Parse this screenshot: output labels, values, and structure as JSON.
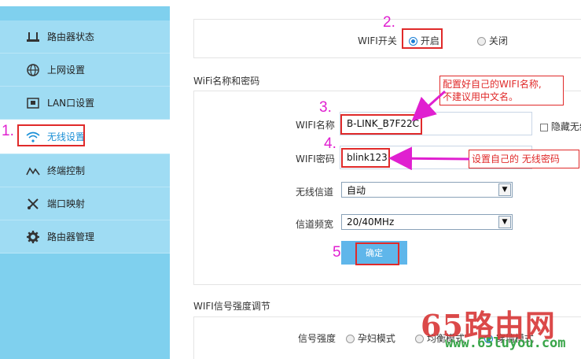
{
  "sidebar": {
    "items": [
      {
        "label": "路由器状态"
      },
      {
        "label": "上网设置"
      },
      {
        "label": "LAN口设置"
      },
      {
        "label": "无线设置"
      },
      {
        "label": "终端控制"
      },
      {
        "label": "端口映射"
      },
      {
        "label": "路由器管理"
      }
    ]
  },
  "markers": {
    "m1": "1.",
    "m2": "2.",
    "m3": "3.",
    "m4": "4.",
    "m5": "5."
  },
  "wifi_switch": {
    "label": "WIFI开关",
    "on_label": "开启",
    "off_label": "关闭",
    "selected": "开启"
  },
  "section_name": {
    "title": "WiFi名称和密码"
  },
  "form": {
    "ssid_label": "WIFI名称",
    "ssid_value": "B-LINK_B7F22C",
    "hide_label": "隐藏无线",
    "password_label": "WIFI密码",
    "password_value": "blink123",
    "channel_label": "无线信道",
    "channel_value": "自动",
    "bandwidth_label": "信道频宽",
    "bandwidth_value": "20/40MHz",
    "confirm_label": "确定"
  },
  "callouts": {
    "ssid_line1": "配置好自己的WIFI名称,",
    "ssid_line2": "不建议用中文名。",
    "password": "设置自己的 无线密码"
  },
  "signal": {
    "title": "WIFI信号强度调节",
    "label": "信号强度",
    "options": [
      "孕妇模式",
      "均衡模式",
      "穿墙模式"
    ]
  },
  "watermark": {
    "brand": "65路由网",
    "url": "www.65luyou.com"
  },
  "colors": {
    "accent": "#1a8fd6",
    "annotation": "#e02a2a",
    "marker": "#e020d0",
    "sidebar": "#9fdcf3"
  }
}
